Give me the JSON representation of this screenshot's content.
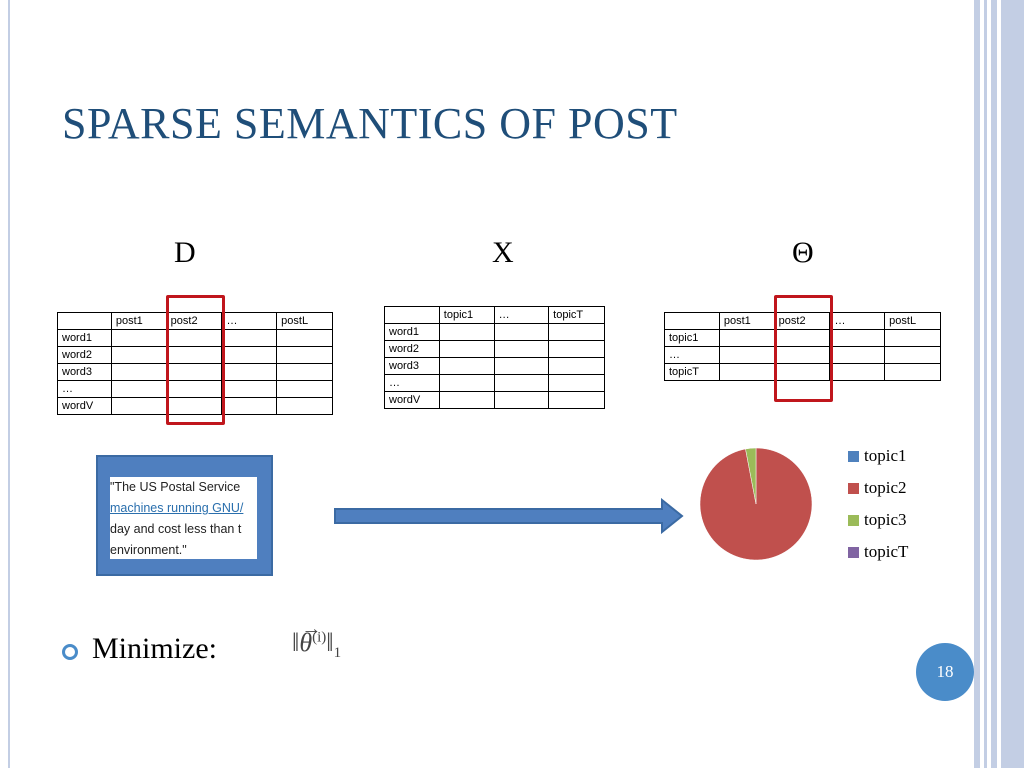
{
  "slide": {
    "title": "SPARSE SEMANTICS OF POST",
    "page_number": "18",
    "colors": {
      "title": "#1f4e79",
      "highlight": "#c0161c",
      "accent": "#4a8cc9",
      "post_box": "#4f7fbf"
    }
  },
  "matrices": {
    "D": {
      "label": "D",
      "header": [
        "",
        "post1",
        "post2",
        "…",
        "postL"
      ],
      "rows": [
        "word1",
        "word2",
        "word3",
        "…",
        "wordV"
      ]
    },
    "X": {
      "label": "X",
      "header": [
        "",
        "topic1",
        "…",
        "topicT"
      ],
      "rows": [
        "word1",
        "word2",
        "word3",
        "…",
        "wordV"
      ]
    },
    "Theta": {
      "label": "Θ",
      "header": [
        "",
        "post1",
        "post2",
        "…",
        "postL"
      ],
      "rows": [
        "topic1",
        "…",
        "topicT"
      ]
    }
  },
  "post_snippet": {
    "lines": [
      "\"The US Postal Service",
      "machines running GNU/",
      "day and cost less than t",
      "environment.\""
    ]
  },
  "chart_data": {
    "type": "pie",
    "series": [
      {
        "name": "topic1",
        "value": 0,
        "color": "#4f81bd"
      },
      {
        "name": "topic2",
        "value": 97,
        "color": "#c0504d"
      },
      {
        "name": "topic3",
        "value": 3,
        "color": "#9bbb59"
      },
      {
        "name": "topicT",
        "value": 0,
        "color": "#8064a2"
      }
    ],
    "legend_position": "right"
  },
  "bullet": {
    "text": "Minimize:",
    "formula": {
      "theta": "θ",
      "superscript": "(i)",
      "subscript": "1",
      "bars": "‖"
    }
  }
}
